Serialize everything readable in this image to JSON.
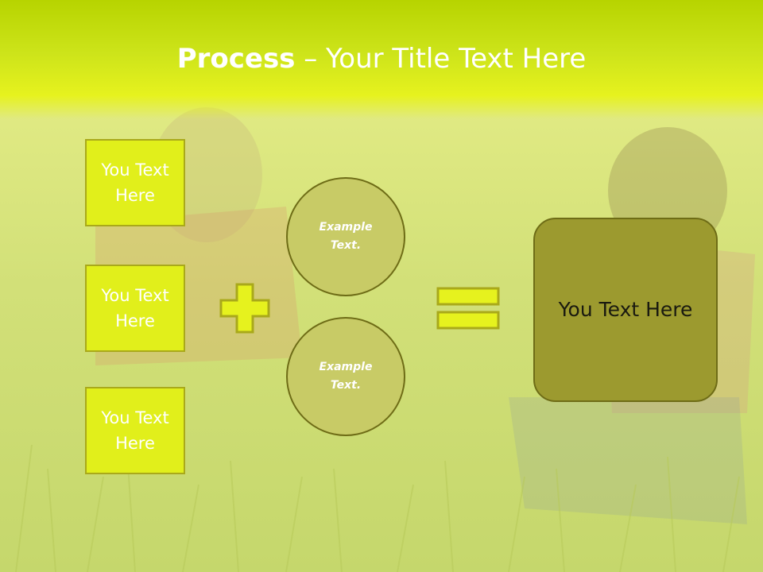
{
  "title": {
    "bold": "Process",
    "rest": " – Your Title Text Here"
  },
  "boxes": [
    {
      "label": "You Text Here"
    },
    {
      "label": "You Text Here"
    },
    {
      "label": "You Text Here"
    }
  ],
  "circles": [
    {
      "label": "Example Text."
    },
    {
      "label": "Example Text."
    }
  ],
  "result": {
    "label": "You Text Here"
  },
  "colors": {
    "header": "#cde41a",
    "box_fill": "#e1ef1b",
    "box_border": "#a9a91a",
    "circle_fill": "#c8cb66",
    "result_fill": "#9c9a2f",
    "operator_fill": "#e6f21e"
  },
  "icons": {
    "plus": "plus-icon",
    "equals": "equals-icon"
  }
}
